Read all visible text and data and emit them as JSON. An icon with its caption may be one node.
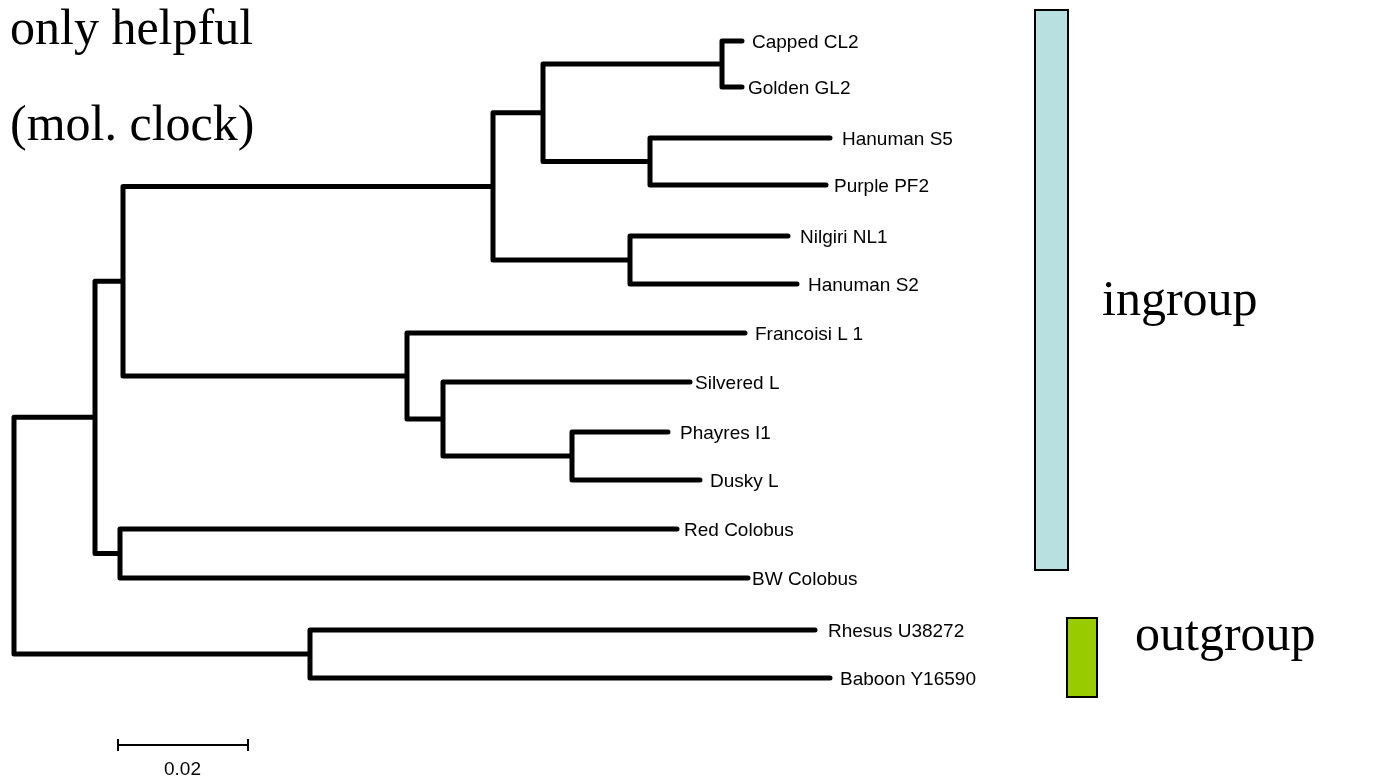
{
  "diagram": {
    "nodes": [
      {
        "text": [],
        "shape": "bar",
        "beside": [
          "ingroup"
        ]
      },
      {
        "text": [],
        "shape": "bar",
        "beside": [
          "outgroup"
        ]
      }
    ],
    "labels": [
      "only helpful",
      "(mol. clock)",
      "Capped CL2",
      "Golden GL2",
      "Hanuman S5",
      "Purple PF2",
      "Nilgiri NL1",
      "Hanuman S2",
      "Francoisi L 1",
      "Silvered L",
      "Phayres I1",
      "Dusky L",
      "Red Colobus",
      "BW Colobus",
      "Rhesus U38272",
      "Baboon Y16590",
      "0.02"
    ]
  }
}
